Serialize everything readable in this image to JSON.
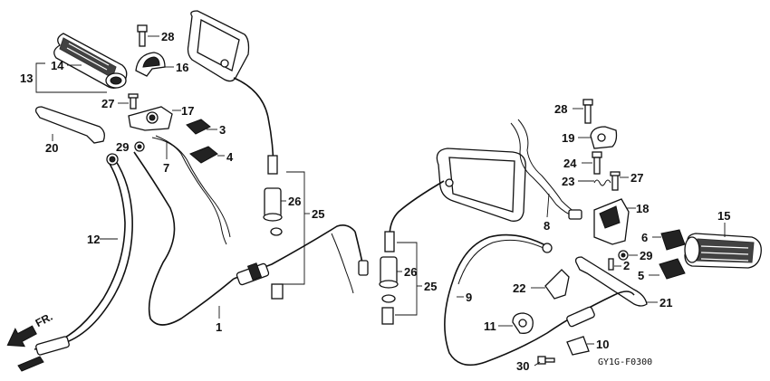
{
  "diagram_code": "GY1G-F0300",
  "front_arrow_label": "FR.",
  "callouts": {
    "c1": "1",
    "c2": "2",
    "c3": "3",
    "c4": "4",
    "c5": "5",
    "c6": "6",
    "c7": "7",
    "c8": "8",
    "c9": "9",
    "c10": "10",
    "c11": "11",
    "c12": "12",
    "c13": "13",
    "c14": "14",
    "c15": "15",
    "c16": "16",
    "c17": "17",
    "c18": "18",
    "c19": "19",
    "c20": "20",
    "c21": "21",
    "c22": "22",
    "c23": "23",
    "c24": "24",
    "c25": "25",
    "c26": "26",
    "c27": "27",
    "c28": "28",
    "c29": "29",
    "c30": "30"
  }
}
